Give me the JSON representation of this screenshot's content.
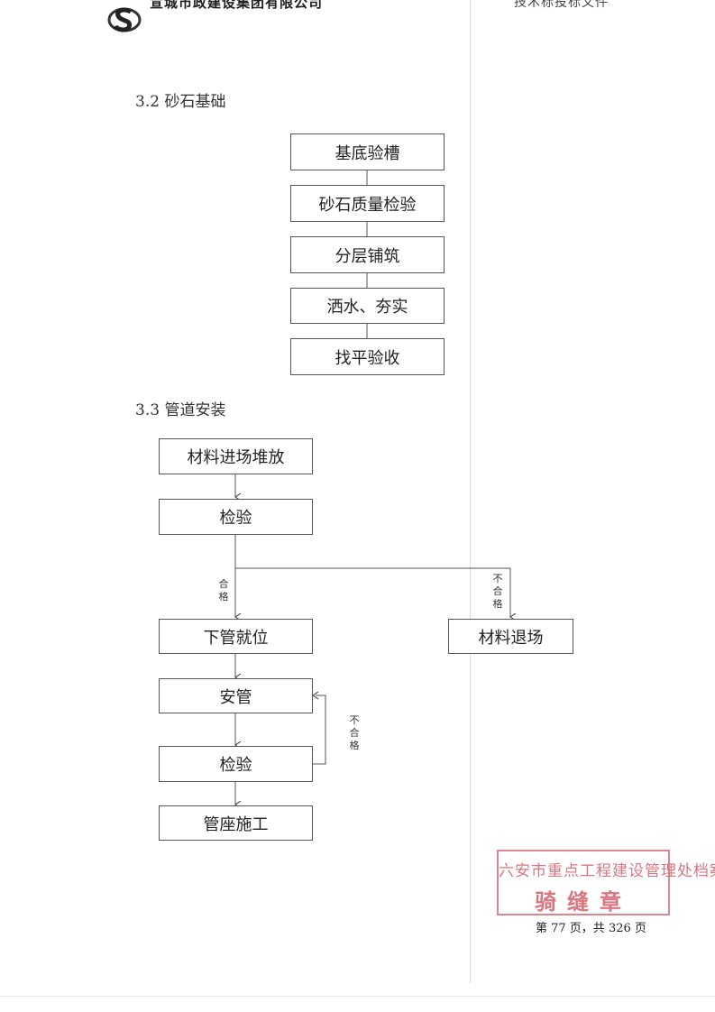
{
  "header": {
    "company": "宣城市政建设集团有限公司",
    "document_type": "技术标投标文件"
  },
  "section_32": {
    "title": "3.2 砂石基础",
    "steps": [
      "基底验槽",
      "砂石质量检验",
      "分层铺筑",
      "洒水、夯实",
      "找平验收"
    ]
  },
  "section_33": {
    "title": "3.3 管道安装",
    "material_entry": "材料进场堆放",
    "inspection_1": "检验",
    "pass_label": [
      "合",
      "格"
    ],
    "fail_label_1": [
      "不",
      "合",
      "格"
    ],
    "material_exit": "材料退场",
    "pipe_placement": "下管就位",
    "pipe_install": "安管",
    "fail_label_2": [
      "不",
      "合",
      "格"
    ],
    "inspection_2": "检验",
    "pipe_base": "管座施工"
  },
  "stamp": {
    "line1": "六安市重点工程建设管理处档案室",
    "line2": "骑缝章"
  },
  "footer": {
    "page_info": "第 77 页，共 326 页"
  },
  "colors": {
    "stamp": "#d9707a",
    "box_border": "#555555",
    "line": "#555555"
  }
}
